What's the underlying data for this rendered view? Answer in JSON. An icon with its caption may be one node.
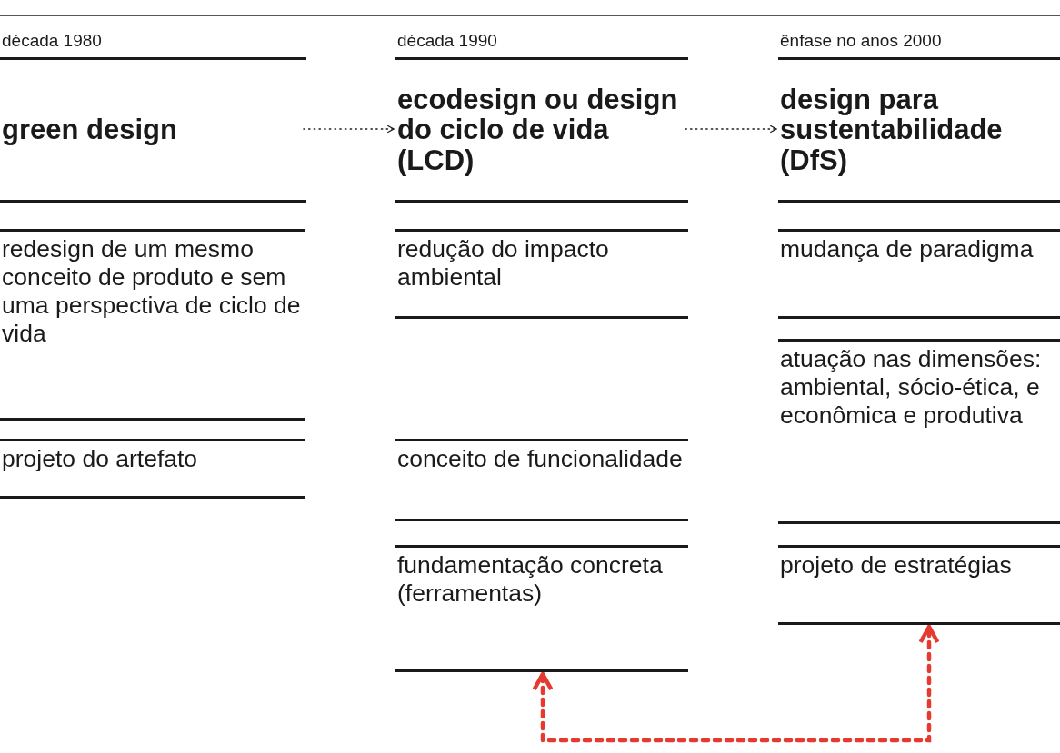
{
  "diagram": {
    "nodes": [
      {
        "text": [
          "green design"
        ]
      },
      {
        "text": [
          "ecodesign ou design do ciclo de vida (LCD)"
        ]
      },
      {
        "text": [
          "design para sustentabilidade (DfS)"
        ]
      },
      {
        "text": [
          "redesign de um mesmo conceito de produto e sem uma perspectiva de ciclo de vida"
        ]
      },
      {
        "text": [
          "projeto do artefato"
        ]
      },
      {
        "text": [
          "redução do impacto ambiental"
        ]
      },
      {
        "text": [
          "conceito de funcionalidade"
        ]
      },
      {
        "text": [
          "fundamentação concreta (ferramentas)"
        ]
      },
      {
        "text": [
          "mudança de paradigma"
        ]
      },
      {
        "text": [
          "atuação nas dimensões: ambiental, sócio-ética, e econômica e produtiva"
        ]
      },
      {
        "text": [
          "projeto de estratégias"
        ]
      }
    ],
    "edges": [
      {
        "from": 0,
        "to": 1,
        "arrow": "to"
      },
      {
        "from": 1,
        "to": 2,
        "arrow": "to"
      },
      {
        "from": 7,
        "to": 10,
        "arrow": "both",
        "style": "dashed",
        "color": "#e53a30"
      }
    ],
    "labels": [
      "década 1980",
      "década 1990",
      "ênfase no anos 2000"
    ]
  }
}
